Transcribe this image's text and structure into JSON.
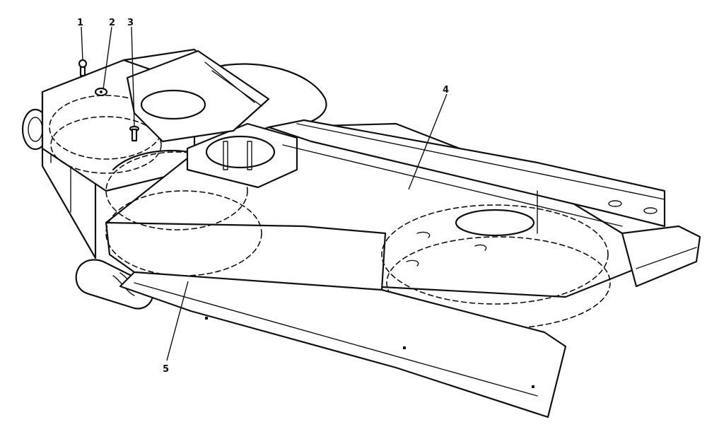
{
  "callouts": [
    {
      "id": "c1",
      "label": "1"
    },
    {
      "id": "c2",
      "label": "2"
    },
    {
      "id": "c3",
      "label": "3"
    },
    {
      "id": "c4",
      "label": "4"
    },
    {
      "id": "c5",
      "label": "5"
    }
  ]
}
